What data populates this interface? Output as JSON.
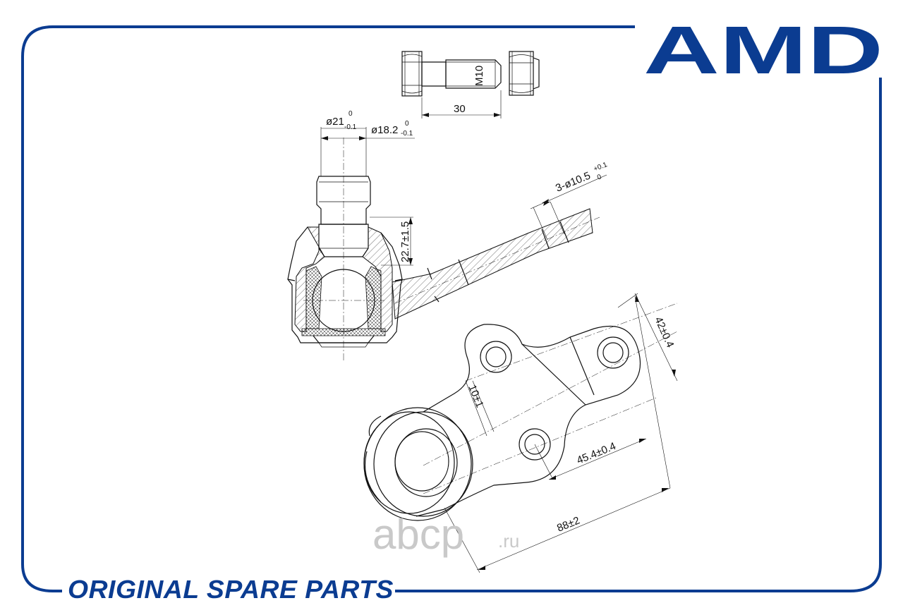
{
  "brand": {
    "logo_text": "AMD",
    "footer_text": "ORIGINAL SPARE PARTS",
    "watermark": "abcp",
    "watermark_suffix": ".ru",
    "accent_color": "#0b3c91",
    "watermark_color": "#c9c9c9"
  },
  "bolt": {
    "thread_label": "M10",
    "length_label": "30"
  },
  "stud": {
    "dia1_main": "ø21",
    "dia1_tol_upper": "0",
    "dia1_tol_lower": "-0.1",
    "dia2_main": "ø18.2",
    "dia2_tol_upper": "0",
    "dia2_tol_lower": "-0.1",
    "height_label": "22.7±1.5"
  },
  "arm": {
    "holes_main": "3-ø10.5",
    "holes_tol_upper": "+0.1",
    "holes_tol_lower": "0"
  },
  "flange": {
    "dim_42": "42±0.4",
    "dim_10": "10±1",
    "dim_45": "45.4±0.4",
    "dim_88": "88±2"
  }
}
